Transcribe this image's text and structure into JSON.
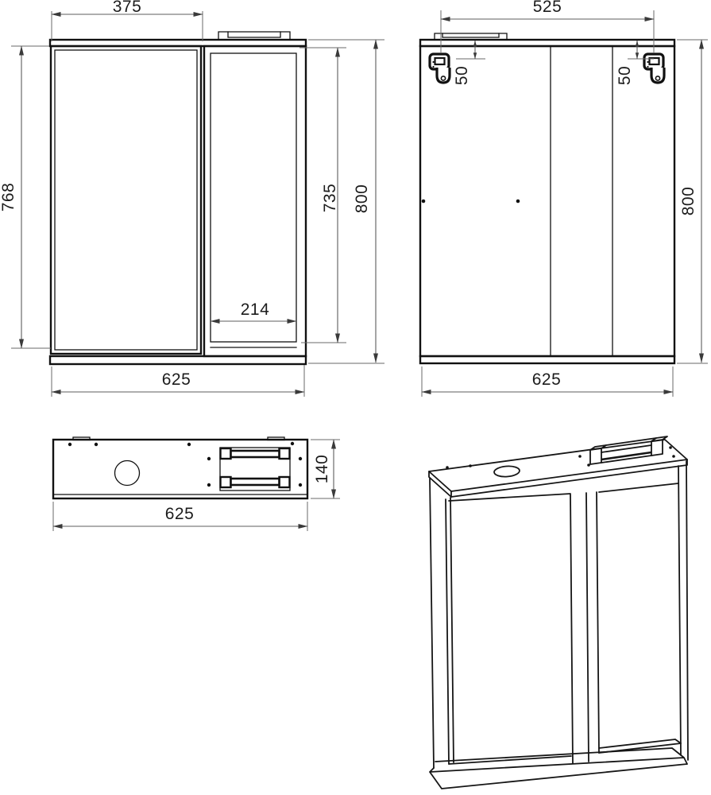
{
  "document": {
    "type": "technical-drawing",
    "subject": "mirror-cabinet-with-light"
  },
  "colors": {
    "background": "#ffffff",
    "object_line": "#111111",
    "dimension_line": "#5c5c5c",
    "dimension_text": "#1c1c1c",
    "arrow": "#3a3a3a"
  },
  "views": {
    "front": {
      "dims": {
        "door_width": "375",
        "door_height": "768",
        "opening_height": "735",
        "overall_height": "800",
        "opening_width": "214",
        "overall_width": "625"
      }
    },
    "back": {
      "dims": {
        "hanger_span": "525",
        "hanger_offset_left": "50",
        "hanger_offset_right": "50",
        "overall_height": "800",
        "overall_width": "625"
      }
    },
    "top": {
      "dims": {
        "depth": "140",
        "overall_width": "625"
      }
    }
  }
}
